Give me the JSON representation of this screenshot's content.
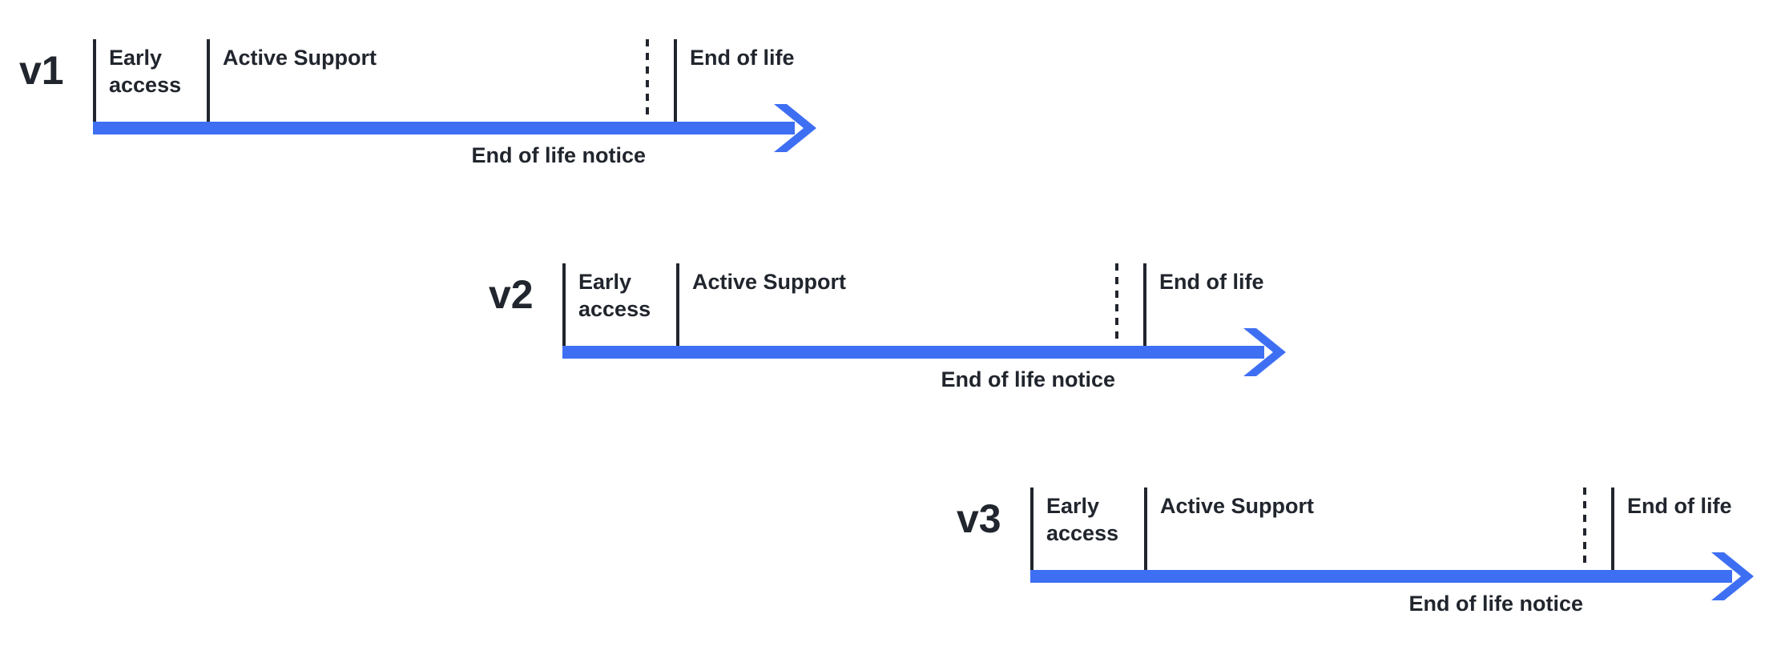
{
  "colors": {
    "arrow": "#3e6ff3",
    "text": "#21252d"
  },
  "timelines": [
    {
      "version": "v1",
      "labels": {
        "early_access": "Early access",
        "active_support": "Active Support",
        "end_of_life": "End of life",
        "end_of_life_notice": "End of life notice"
      }
    },
    {
      "version": "v2",
      "labels": {
        "early_access": "Early access",
        "active_support": "Active Support",
        "end_of_life": "End of life",
        "end_of_life_notice": "End of life notice"
      }
    },
    {
      "version": "v3",
      "labels": {
        "early_access": "Early access",
        "active_support": "Active Support",
        "end_of_life": "End of life",
        "end_of_life_notice": "End of life notice"
      }
    }
  ]
}
